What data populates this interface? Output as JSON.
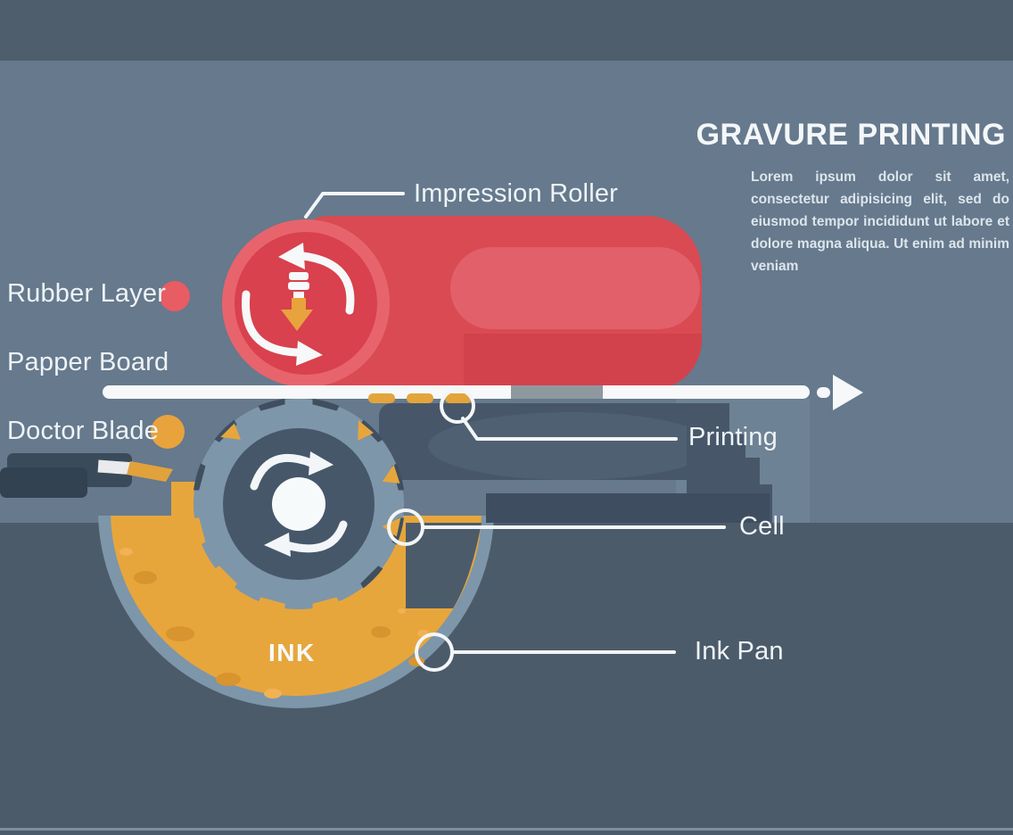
{
  "title": "GRAVURE PRINTING",
  "description": "Lorem ipsum dolor sit amet, consectetur adipisicing elit, sed do eiusmod tempor incididunt ut labore et dolore magna aliqua. Ut enim ad minim veniam",
  "labels": {
    "impression_roller": "Impression Roller",
    "rubber_layer": "Rubber Layer",
    "papper_board": "Papper Board",
    "doctor_blade": "Doctor Blade",
    "printing": "Printing",
    "cell": "Cell",
    "ink_pan": "Ink Pan",
    "ink": "INK"
  },
  "icons": {
    "roller_rotation": "rotation-arrows-counterclockwise",
    "cylinder_rotation": "rotation-arrows-clockwise",
    "pressure": "pressure-down-arrow",
    "paper_direction": "arrow-right"
  },
  "colors": {
    "background_top": "#4e5e6d",
    "background_main": "#66798d",
    "background_bottom": "#4c5b6a",
    "roller_red": "#d94a52",
    "roller_highlight": "#e2606a",
    "roller_cap_ring": "#e8646c",
    "roller_cap_inner": "#d8414d",
    "cylinder_rim_blue": "#7e96a9",
    "cylinder_core": "#46576a",
    "ink_yellow": "#e7a63c",
    "pan_blue": "#7d96aa",
    "paper_white": "#f6f8f9",
    "dot_red": "#e85c63",
    "dot_yellow": "#e8a33c",
    "stack_dark": "#475769"
  }
}
